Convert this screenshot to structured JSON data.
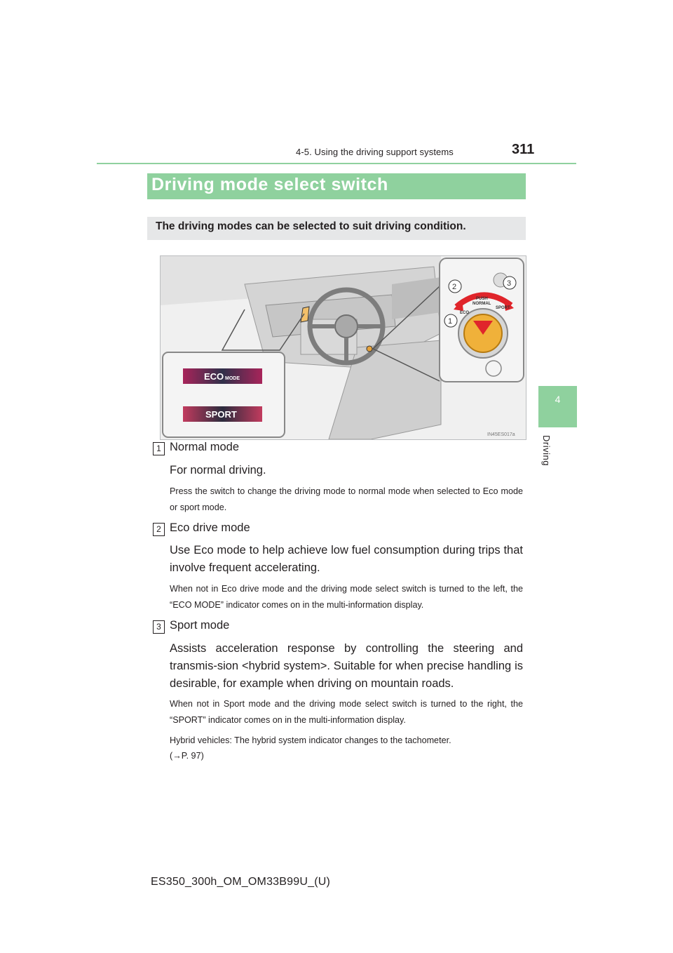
{
  "header": {
    "section": "4-5. Using the driving support systems",
    "page_number": "311"
  },
  "side_tab": {
    "number": "4",
    "label": "Driving"
  },
  "title": "Driving mode select switch",
  "intro": "The driving modes can be selected to suit driving condition.",
  "figure": {
    "callouts": [
      "1",
      "2",
      "3"
    ],
    "dial_labels": [
      "PUSH",
      "NORMAL",
      "ECO",
      "SPORT"
    ],
    "indicator_eco": "ECO",
    "indicator_eco_small": "MODE",
    "indicator_sport": "SPORT",
    "code": "IN45ES017a"
  },
  "items": [
    {
      "number": "1",
      "title": "Normal mode",
      "body": "For normal driving.",
      "notes": [
        "Press the switch to change the driving mode to normal mode when selected to Eco mode or sport mode."
      ]
    },
    {
      "number": "2",
      "title": "Eco drive mode",
      "body": "Use Eco mode to help achieve low fuel consumption during trips that involve frequent accelerating.",
      "notes": [
        "When not in Eco drive mode and the driving mode select switch is turned to the left, the “ECO MODE” indicator comes on in the multi-information display."
      ]
    },
    {
      "number": "3",
      "title": "Sport mode",
      "body": "Assists acceleration response by controlling the steering and transmis-sion <hybrid system>. Suitable for when precise handling is desirable, for example when driving on mountain roads.",
      "notes": [
        "When not in Sport mode and the driving mode select switch is turned to the right, the “SPORT” indicator comes on in the multi-information display.",
        "Hybrid vehicles: The hybrid system indicator changes to the tachometer.",
        "(→P. 97)"
      ]
    }
  ],
  "footer": "ES350_300h_OM_OM33B99U_(U)"
}
